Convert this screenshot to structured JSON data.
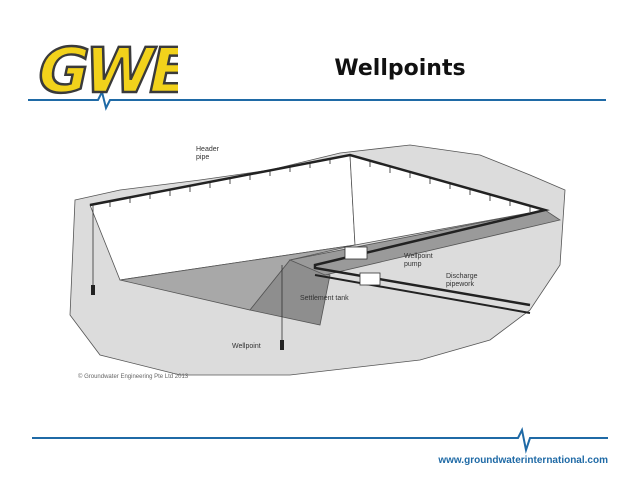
{
  "slide": {
    "logo_text": "GWE",
    "title": "Wellpoints",
    "url": "www.groundwaterinternational.com",
    "accent_color": "#1f6aa6",
    "logo_color": "#f2d21b"
  },
  "diagram": {
    "labels": {
      "header_pipe": "Header\npipe",
      "wellpoint_pump": "Wellpoint\npump",
      "discharge_pipework": "Discharge\npipework",
      "settlement_tank": "Settlement tank",
      "wellpoint": "Wellpoint"
    },
    "copyright": "© Groundwater Engineering Pte Ltd 2013"
  }
}
